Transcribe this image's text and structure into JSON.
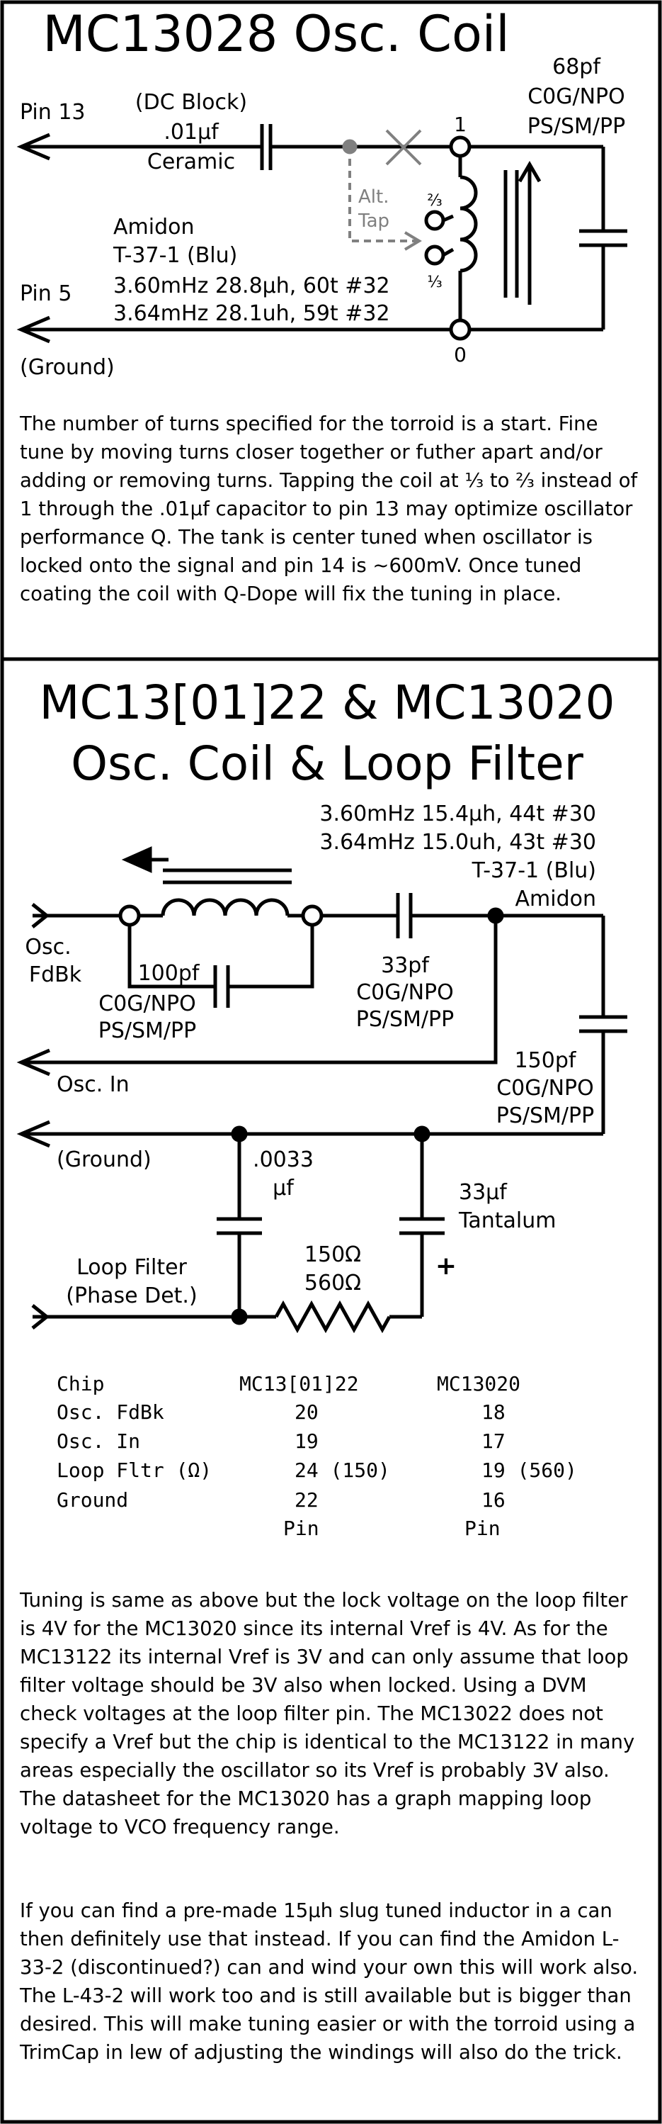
{
  "section1": {
    "title": "MC13028 Osc. Coil",
    "labels": {
      "pin13": "Pin 13",
      "dc_block": "(DC Block)",
      "cap_value": ".01µf",
      "cap_type": "Ceramic",
      "alt": "Alt.",
      "tap": "Tap",
      "node1": "1",
      "node0": "0",
      "two_thirds": "⅔",
      "one_third": "⅓",
      "tank_cap_value": "68pf",
      "tank_cap_type": "C0G/NPO",
      "tank_cap_pkg": "PS/SM/PP",
      "core_maker": "Amidon",
      "core_type": "T-37-1 (Blu)",
      "winding_1": "3.60mHz 28.8µh, 60t #32",
      "winding_2": "3.64mHz 28.1uh, 59t #32",
      "pin5": "Pin 5",
      "ground": "(Ground)"
    },
    "paragraph": "The number of turns specified for the torroid is a start. Fine tune by moving turns closer together or futher apart and/or adding or removing turns. Tapping the coil at ⅓ to ⅔ instead of 1 through the .01µf capacitor to pin 13 may optimize oscillator performance Q. The tank is center tuned when oscillator is locked onto the signal and pin 14 is ~600mV. Once tuned coating the coil with Q-Dope will fix the tuning in place."
  },
  "section2": {
    "title_line1": "MC13[01]22 & MC13020",
    "title_line2": "Osc. Coil & Loop Filter",
    "labels": {
      "winding_1": "3.60mHz 15.4µh, 44t #30",
      "winding_2": "3.64mHz 15.0uh, 43t #30",
      "core_type": "T-37-1 (Blu)",
      "core_maker": "Amidon",
      "osc": "Osc.",
      "fdbk": "FdBk",
      "cap100_value": "100pf",
      "cap100_type": "C0G/NPO",
      "cap100_pkg": "PS/SM/PP",
      "cap33_value": "33pf",
      "cap33_type": "C0G/NPO",
      "cap33_pkg": "PS/SM/PP",
      "osc_in": "Osc. In",
      "cap150_value": "150pf",
      "cap150_type": "C0G/NPO",
      "cap150_pkg": "PS/SM/PP",
      "ground": "(Ground)",
      "cap0033_value": ".0033",
      "cap0033_unit": "µf",
      "tantalum_value": "33µf",
      "tantalum_type": "Tantalum",
      "plus": "+",
      "res_value_1": "150Ω",
      "res_value_2": "560Ω",
      "loop_filter": "Loop Filter",
      "phase_det": "(Phase Det.)"
    },
    "pin_table": {
      "headers": [
        "Chip",
        "MC13[01]22",
        "MC13020"
      ],
      "rows": [
        [
          "Osc. FdBk",
          "20",
          "18"
        ],
        [
          "Osc. In",
          "19",
          "17"
        ],
        [
          "Loop Fltr (Ω)",
          "24 (150)",
          "19 (560)"
        ],
        [
          "Ground",
          "22",
          "16"
        ],
        [
          "",
          "Pin",
          "Pin"
        ]
      ]
    },
    "paragraph_1": "Tuning is same as above but the lock voltage on the loop filter is 4V for the MC13020 since its internal Vref is 4V. As for the MC13122 its internal Vref is 3V and can only assume that loop filter voltage should be 3V also when locked. Using a DVM check voltages at the loop filter pin. The MC13022 does not specify a Vref but the chip is identical to the MC13122 in many areas especially the oscillator so its Vref is probably 3V also. The datasheet for the MC13020 has a graph mapping loop voltage to VCO frequency range.",
    "paragraph_2": "If you can find a pre-made 15µh slug tuned inductor in a can then definitely use that instead. If you can find the Amidon L-33-2 (discontinued?) can and wind your own this will work also. The L-43-2 will work too and is still available but is bigger than desired. This will make tuning easier or with the torroid using a TrimCap in lew of adjusting the windings will also do the trick."
  },
  "colors": {
    "line": "#000000",
    "alt_tap": "#808080",
    "background": "#ffffff"
  }
}
